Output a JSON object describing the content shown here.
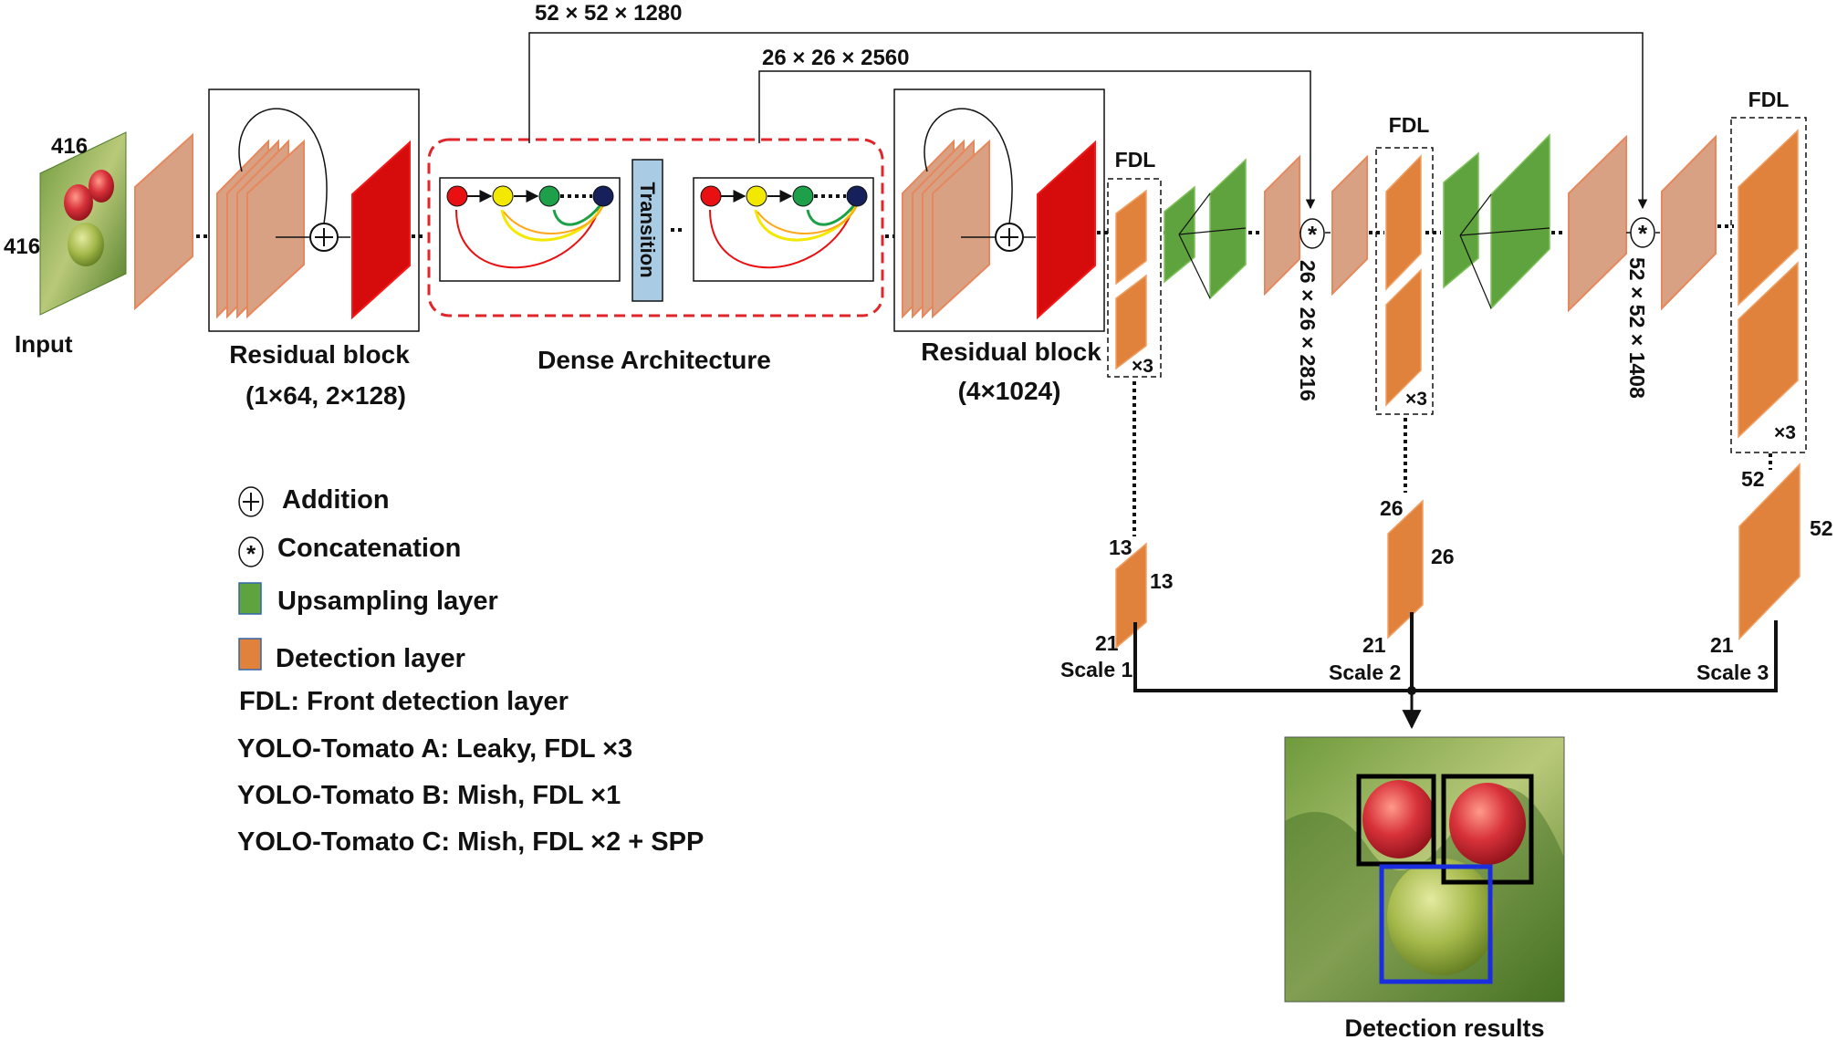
{
  "input": {
    "label": "Input",
    "width_label": "416",
    "height_label": "416"
  },
  "residual_block_1": {
    "title": "Residual block",
    "params": "(1×64, 2×128)"
  },
  "dense_architecture": {
    "title": "Dense Architecture",
    "transition_label": "Transition"
  },
  "residual_block_2": {
    "title": "Residual block",
    "params": "(4×1024)"
  },
  "skip_connections": {
    "top": "52 × 52 × 1280",
    "middle": "26 × 26 × 2560"
  },
  "concat_dims": {
    "first": "26 × 26 × 2816",
    "second": "52 × 52 × 1408"
  },
  "fdl": {
    "label": "FDL",
    "repeat": "×3"
  },
  "scales": [
    {
      "name": "Scale 1",
      "depth": "21",
      "side_a": "13",
      "side_b": "13"
    },
    {
      "name": "Scale 2",
      "depth": "21",
      "side_a": "26",
      "side_b": "26"
    },
    {
      "name": "Scale 3",
      "depth": "21",
      "side_a": "52",
      "side_b": "52"
    }
  ],
  "legend": {
    "addition": "Addition",
    "concatenation": "Concatenation",
    "upsampling": "Upsampling layer",
    "detection": "Detection layer",
    "fdl_def": "FDL: Front detection layer",
    "variant_a": "YOLO-Tomato A: Leaky, FDL ×3",
    "variant_b": "YOLO-Tomato B: Mish, FDL ×1",
    "variant_c": "YOLO-Tomato C: Mish, FDL ×2 + SPP"
  },
  "output": {
    "label": "Detection results"
  },
  "colors": {
    "layer_tan": "#d9a184",
    "layer_red": "#d60b0b",
    "detection_orange": "#e0823c",
    "upsample_green": "#5fa33f",
    "dense_border": "#e0262b",
    "transition_fill": "#aacbe4",
    "node_red": "#e81010",
    "node_yellow": "#f2e800",
    "node_green": "#1ea04a",
    "node_navy": "#16205a",
    "box_black": "#000000",
    "box_blue": "#1a2ee0"
  }
}
